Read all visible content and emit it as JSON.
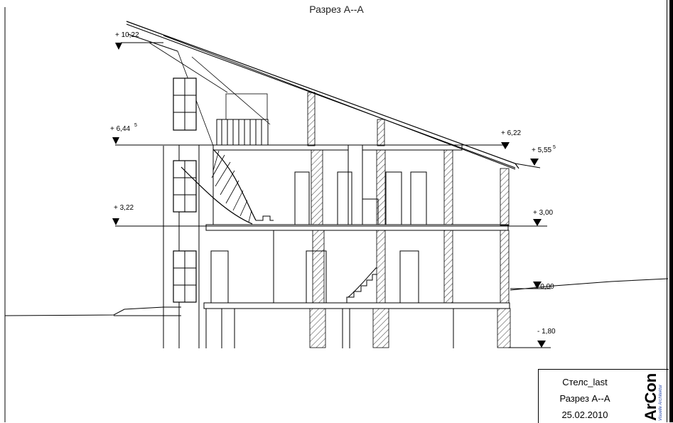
{
  "drawing": {
    "title": "Разрез А--А",
    "levels": [
      {
        "label": "+ 10,22",
        "value": 10.22
      },
      {
        "label": "+ 6,44",
        "sup": "5",
        "value": 6.445
      },
      {
        "label": "+ 3,22",
        "value": 3.22
      },
      {
        "label": "+ 6,22",
        "value": 6.22
      },
      {
        "label": "+ 5,55",
        "sup": "5",
        "value": 5.555
      },
      {
        "label": "+ 3,00",
        "value": 3.0
      },
      {
        "label": "± 0,00",
        "value": 0.0
      },
      {
        "label": "- 1,80",
        "value": -1.8
      }
    ]
  },
  "stamp": {
    "project": "Стелс_last",
    "sheet": "Разрез А--А",
    "date": "25.02.2010",
    "logo_text": "ArCon",
    "logo_sub": "Visuelle Architektur"
  }
}
